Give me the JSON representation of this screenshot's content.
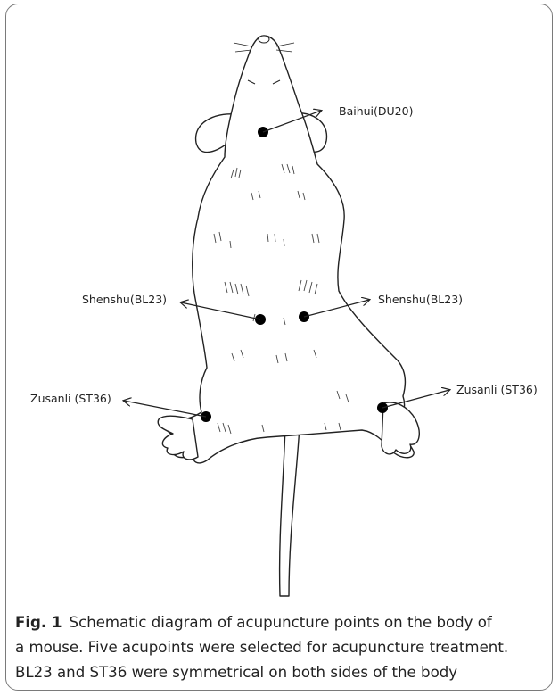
{
  "figure": {
    "acupoints": [
      {
        "key": "baihui",
        "label": "Baihui(DU20)"
      },
      {
        "key": "shenshu_left",
        "label": "Shenshu(BL23)"
      },
      {
        "key": "shenshu_right",
        "label": "Shenshu(BL23)"
      },
      {
        "key": "zusanli_left",
        "label": "Zusanli (ST36)"
      },
      {
        "key": "zusanli_right",
        "label": "Zusanli (ST36)"
      }
    ]
  },
  "caption": {
    "label": "Fig. 1",
    "lines": [
      "Schematic diagram of acupuncture points on the body of",
      "a mouse. Five acupoints were selected for acupuncture treatment.",
      "BL23 and ST36 were symmetrical on both sides of the body"
    ]
  }
}
